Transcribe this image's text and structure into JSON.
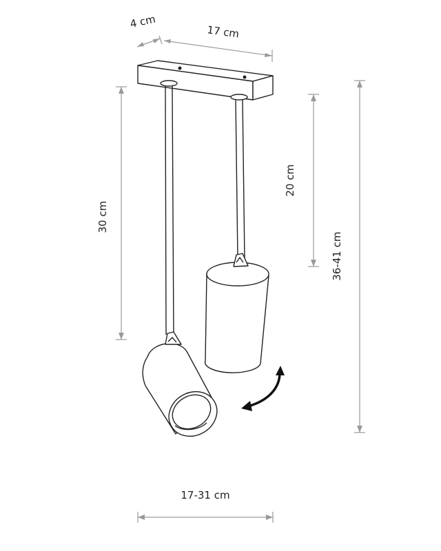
{
  "dimensions": {
    "base_depth": "4 cm",
    "base_width": "17 cm",
    "long_rod": "30 cm",
    "short_rod": "20 cm",
    "total_height": "36-41 cm",
    "spread": "17-31 cm"
  },
  "colors": {
    "dimension_line": "#9a9a9a",
    "outline": "#222222",
    "background": "#ffffff"
  },
  "icons": {
    "rotate": "curved-double-arrow-icon"
  }
}
